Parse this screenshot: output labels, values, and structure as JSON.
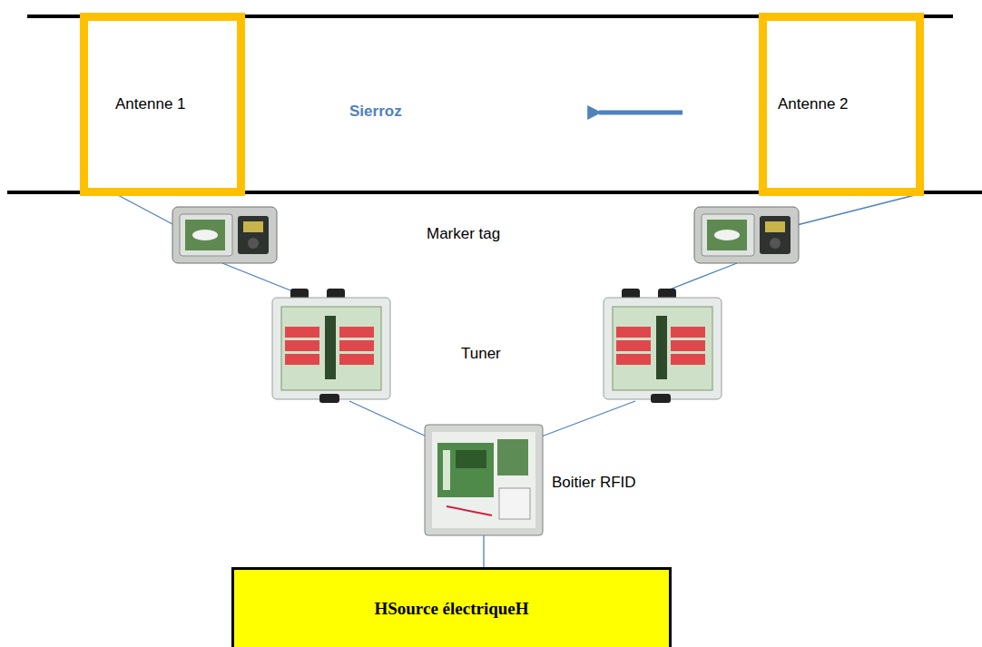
{
  "diagram": {
    "nodes": [
      {
        "text": [
          "Antenne 1"
        ]
      },
      {
        "text": [
          "Antenne 2"
        ]
      },
      {
        "text": [
          "Boitier RFID"
        ]
      },
      {
        "text": [
          "HSource électriqueH"
        ]
      }
    ],
    "edges": [
      {
        "from": 2,
        "to": 3,
        "arrow": "none"
      }
    ],
    "labels": [
      "Sierroz",
      "Marker tag",
      "Tuner"
    ]
  }
}
